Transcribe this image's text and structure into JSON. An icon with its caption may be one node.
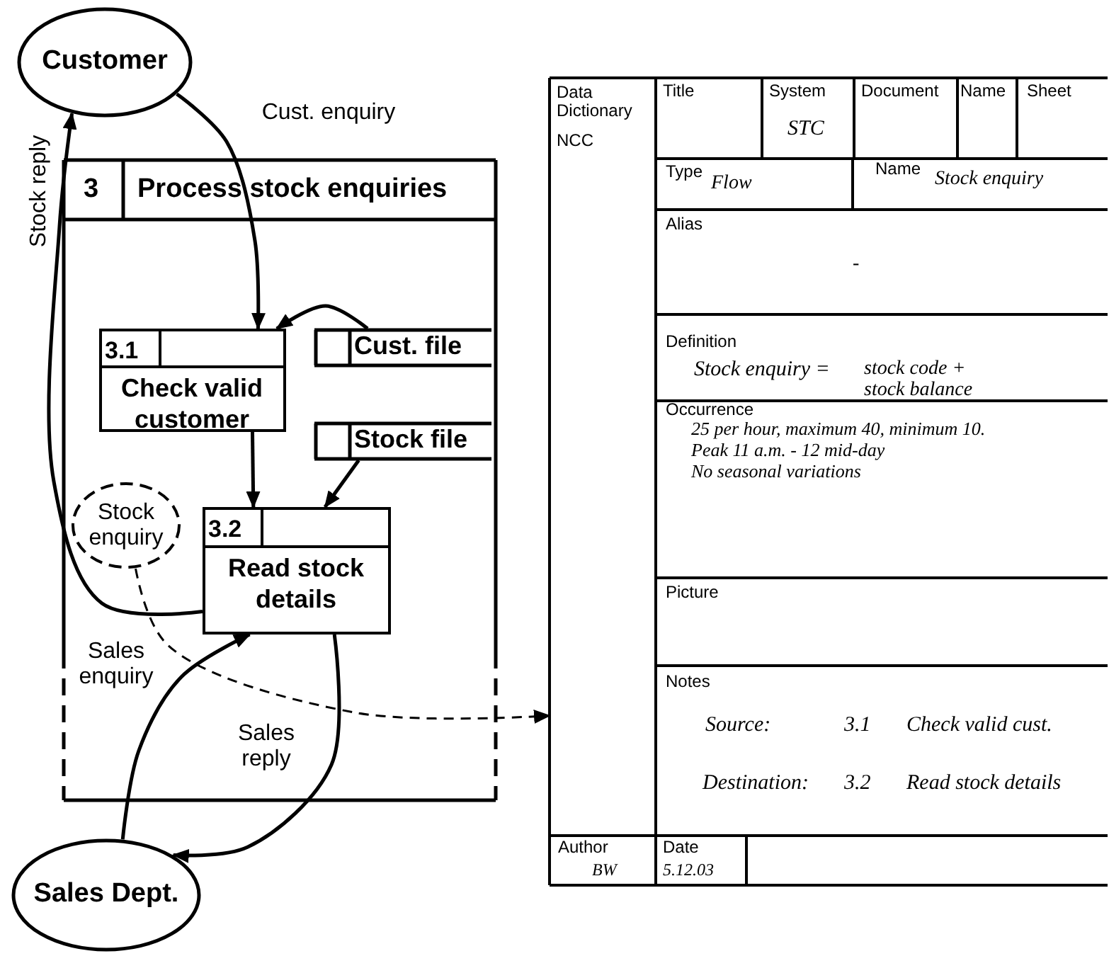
{
  "diagram": {
    "nodes": [
      {
        "text": [
          "Customer"
        ]
      },
      {
        "text": [
          "3",
          "Process stock enquiries"
        ]
      },
      {
        "text": [
          "3.1",
          "Check valid customer"
        ],
        "in": 1
      },
      {
        "text": [
          "Cust. file"
        ],
        "in": 1
      },
      {
        "text": [
          "Stock file"
        ],
        "in": 1
      },
      {
        "text": [
          "Stock enquiry"
        ],
        "in": 1
      },
      {
        "text": [
          "3.2",
          "Read stock details"
        ],
        "in": 1
      },
      {
        "text": [
          "Sales Dept."
        ]
      },
      {
        "text": [
          "Data Dictionary",
          "NCC",
          "Title",
          "System",
          "STC",
          "Document",
          "Name",
          "Sheet",
          "Type",
          "Flow",
          "Name",
          "Stock enquiry",
          "Alias",
          "-",
          "Definition",
          "Stock enquiry =",
          "stock code + stock balance",
          "Occurrence",
          "25 per hour, maximum 40, minimum 10.",
          "Peak 11 a.m. - 12 mid-day",
          "No seasonal variations",
          "Picture",
          "Notes",
          "Source:",
          "3.1",
          "Check valid cust.",
          "Destination:",
          "3.2",
          "Read stock details",
          "Author",
          "BW",
          "Date",
          "5.12.03"
        ]
      }
    ],
    "edges": [
      {
        "from": 0,
        "to": 2,
        "arrow": "to",
        "label": "Cust. enquiry"
      },
      {
        "from": 3,
        "to": 2,
        "arrow": "to"
      },
      {
        "from": 2,
        "to": 6,
        "arrow": "to"
      },
      {
        "from": 4,
        "to": 6,
        "arrow": "to"
      },
      {
        "from": 6,
        "to": 0,
        "arrow": "to",
        "label": "Stock reply"
      },
      {
        "from": 7,
        "to": 6,
        "arrow": "to",
        "label": "Sales enquiry"
      },
      {
        "from": 6,
        "to": 7,
        "arrow": "to",
        "label": "Sales reply"
      },
      {
        "from": 5,
        "to": 8,
        "arrow": "to",
        "style": "dashed"
      }
    ]
  }
}
